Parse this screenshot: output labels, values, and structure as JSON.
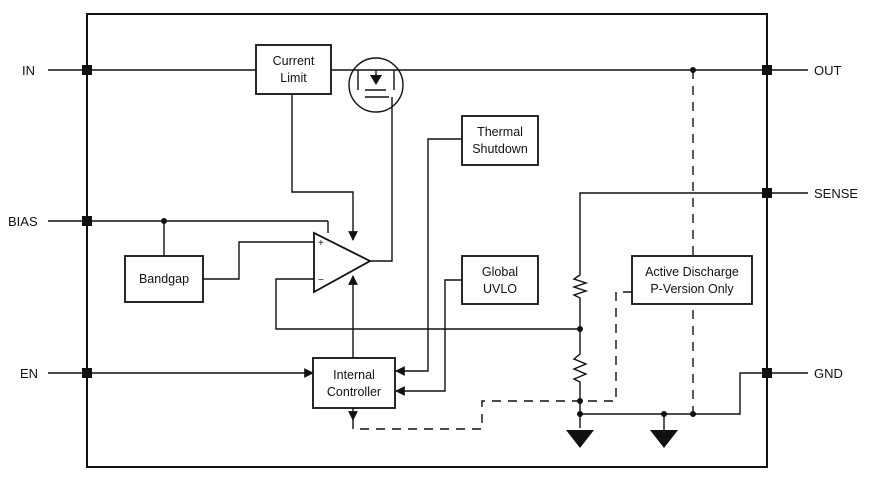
{
  "pins": {
    "in": "IN",
    "bias": "BIAS",
    "en": "EN",
    "out": "OUT",
    "sense": "SENSE",
    "gnd": "GND"
  },
  "blocks": {
    "current_limit": [
      "Current",
      "Limit"
    ],
    "thermal_shutdown": [
      "Thermal",
      "Shutdown"
    ],
    "bandgap": "Bandgap",
    "global_uvlo": [
      "Global",
      "UVLO"
    ],
    "active_discharge": [
      "Active Discharge",
      "P-Version Only"
    ],
    "internal_controller": [
      "Internal",
      "Controller"
    ]
  },
  "amplifier": {
    "plus": "+",
    "minus": "−"
  }
}
